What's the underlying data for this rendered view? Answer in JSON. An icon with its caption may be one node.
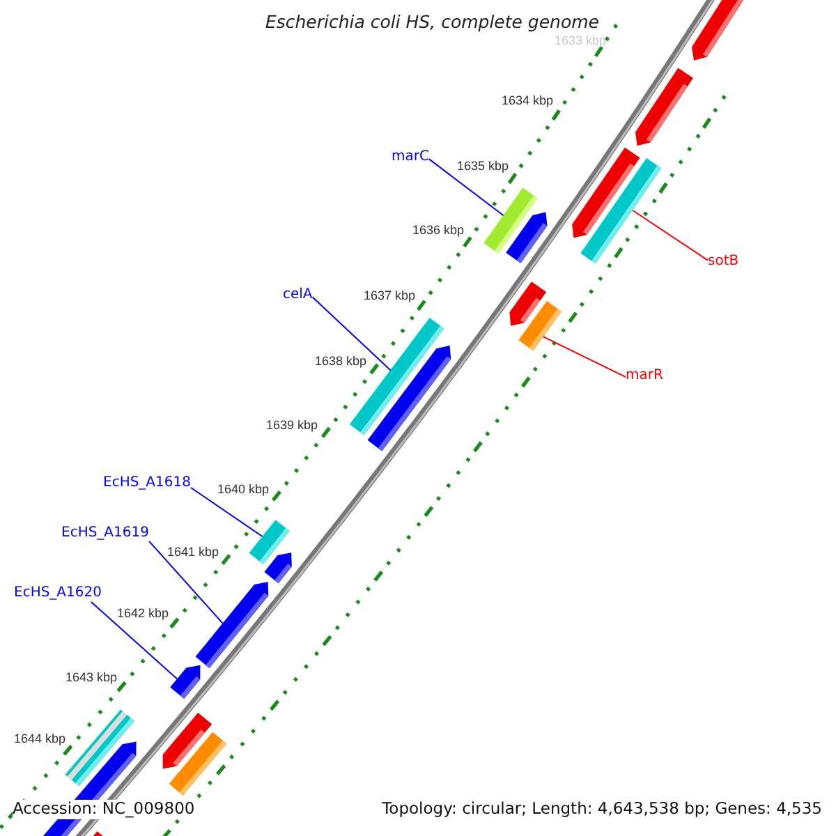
{
  "diagram": {
    "title": "Escherichia coli HS, complete genome",
    "nodes": [
      {
        "text": [
          "marC"
        ]
      },
      {
        "text": [],
        "shape": "bar"
      },
      {
        "text": [
          "sotB"
        ]
      },
      {
        "text": [],
        "shape": "bar"
      },
      {
        "text": [
          "celA"
        ]
      },
      {
        "text": [],
        "shape": "bar"
      },
      {
        "text": [
          "marR"
        ]
      },
      {
        "text": [],
        "shape": "bar"
      },
      {
        "text": [
          "EcHS_A1618"
        ]
      },
      {
        "text": [],
        "shape": "bar"
      },
      {
        "text": [
          "EcHS_A1619"
        ]
      },
      {
        "text": [],
        "shape": "arrow"
      },
      {
        "text": [
          "EcHS_A1620"
        ]
      },
      {
        "text": [],
        "shape": "arrow"
      }
    ],
    "edges": [
      {
        "from": 0,
        "to": 1,
        "arrow": "none"
      },
      {
        "from": 2,
        "to": 3,
        "arrow": "none",
        "color": "#ff0000"
      },
      {
        "from": 4,
        "to": 5,
        "arrow": "none"
      },
      {
        "from": 6,
        "to": 7,
        "arrow": "none",
        "color": "#ff0000"
      },
      {
        "from": 8,
        "to": 9,
        "arrow": "none"
      },
      {
        "from": 10,
        "to": 11,
        "arrow": "none"
      },
      {
        "from": 12,
        "to": 13,
        "arrow": "none"
      }
    ],
    "labels": [
      "1633 kbp",
      "1634 kbp",
      "1635 kbp",
      "1636 kbp",
      "1637 kbp",
      "1638 kbp",
      "1639 kbp",
      "1640 kbp",
      "1641 kbp",
      "1642 kbp",
      "1643 kbp",
      "1644 kbp",
      "Accession: NC_009800",
      "Topology: circular; Length: 4,643,538 bp; Genes: 4,535"
    ]
  }
}
